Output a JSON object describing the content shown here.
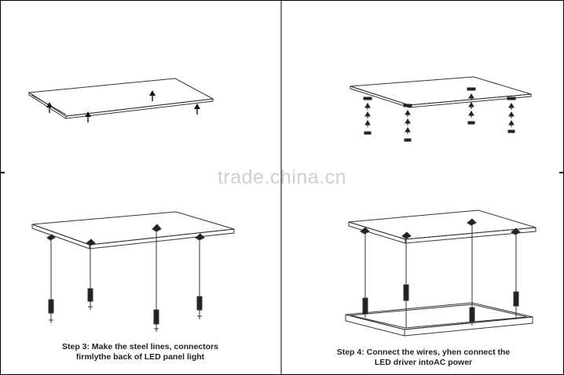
{
  "watermark": "trade.china.cn",
  "steps": [
    {
      "id": "step-1",
      "caption_lines": []
    },
    {
      "id": "step-2",
      "caption_lines": []
    },
    {
      "id": "step-3",
      "caption_lines": [
        "Step 3: Make the steel lines, connectors",
        "firmlythe back of LED panel light"
      ]
    },
    {
      "id": "step-4",
      "caption_lines": [
        "Step 4: Connect the wires, yhen connect the",
        "LED driver intoAC power"
      ]
    }
  ],
  "colors": {
    "line": "#333333",
    "frame": "#000000",
    "watermark": "#cfcfcf",
    "background": "#ffffff"
  }
}
